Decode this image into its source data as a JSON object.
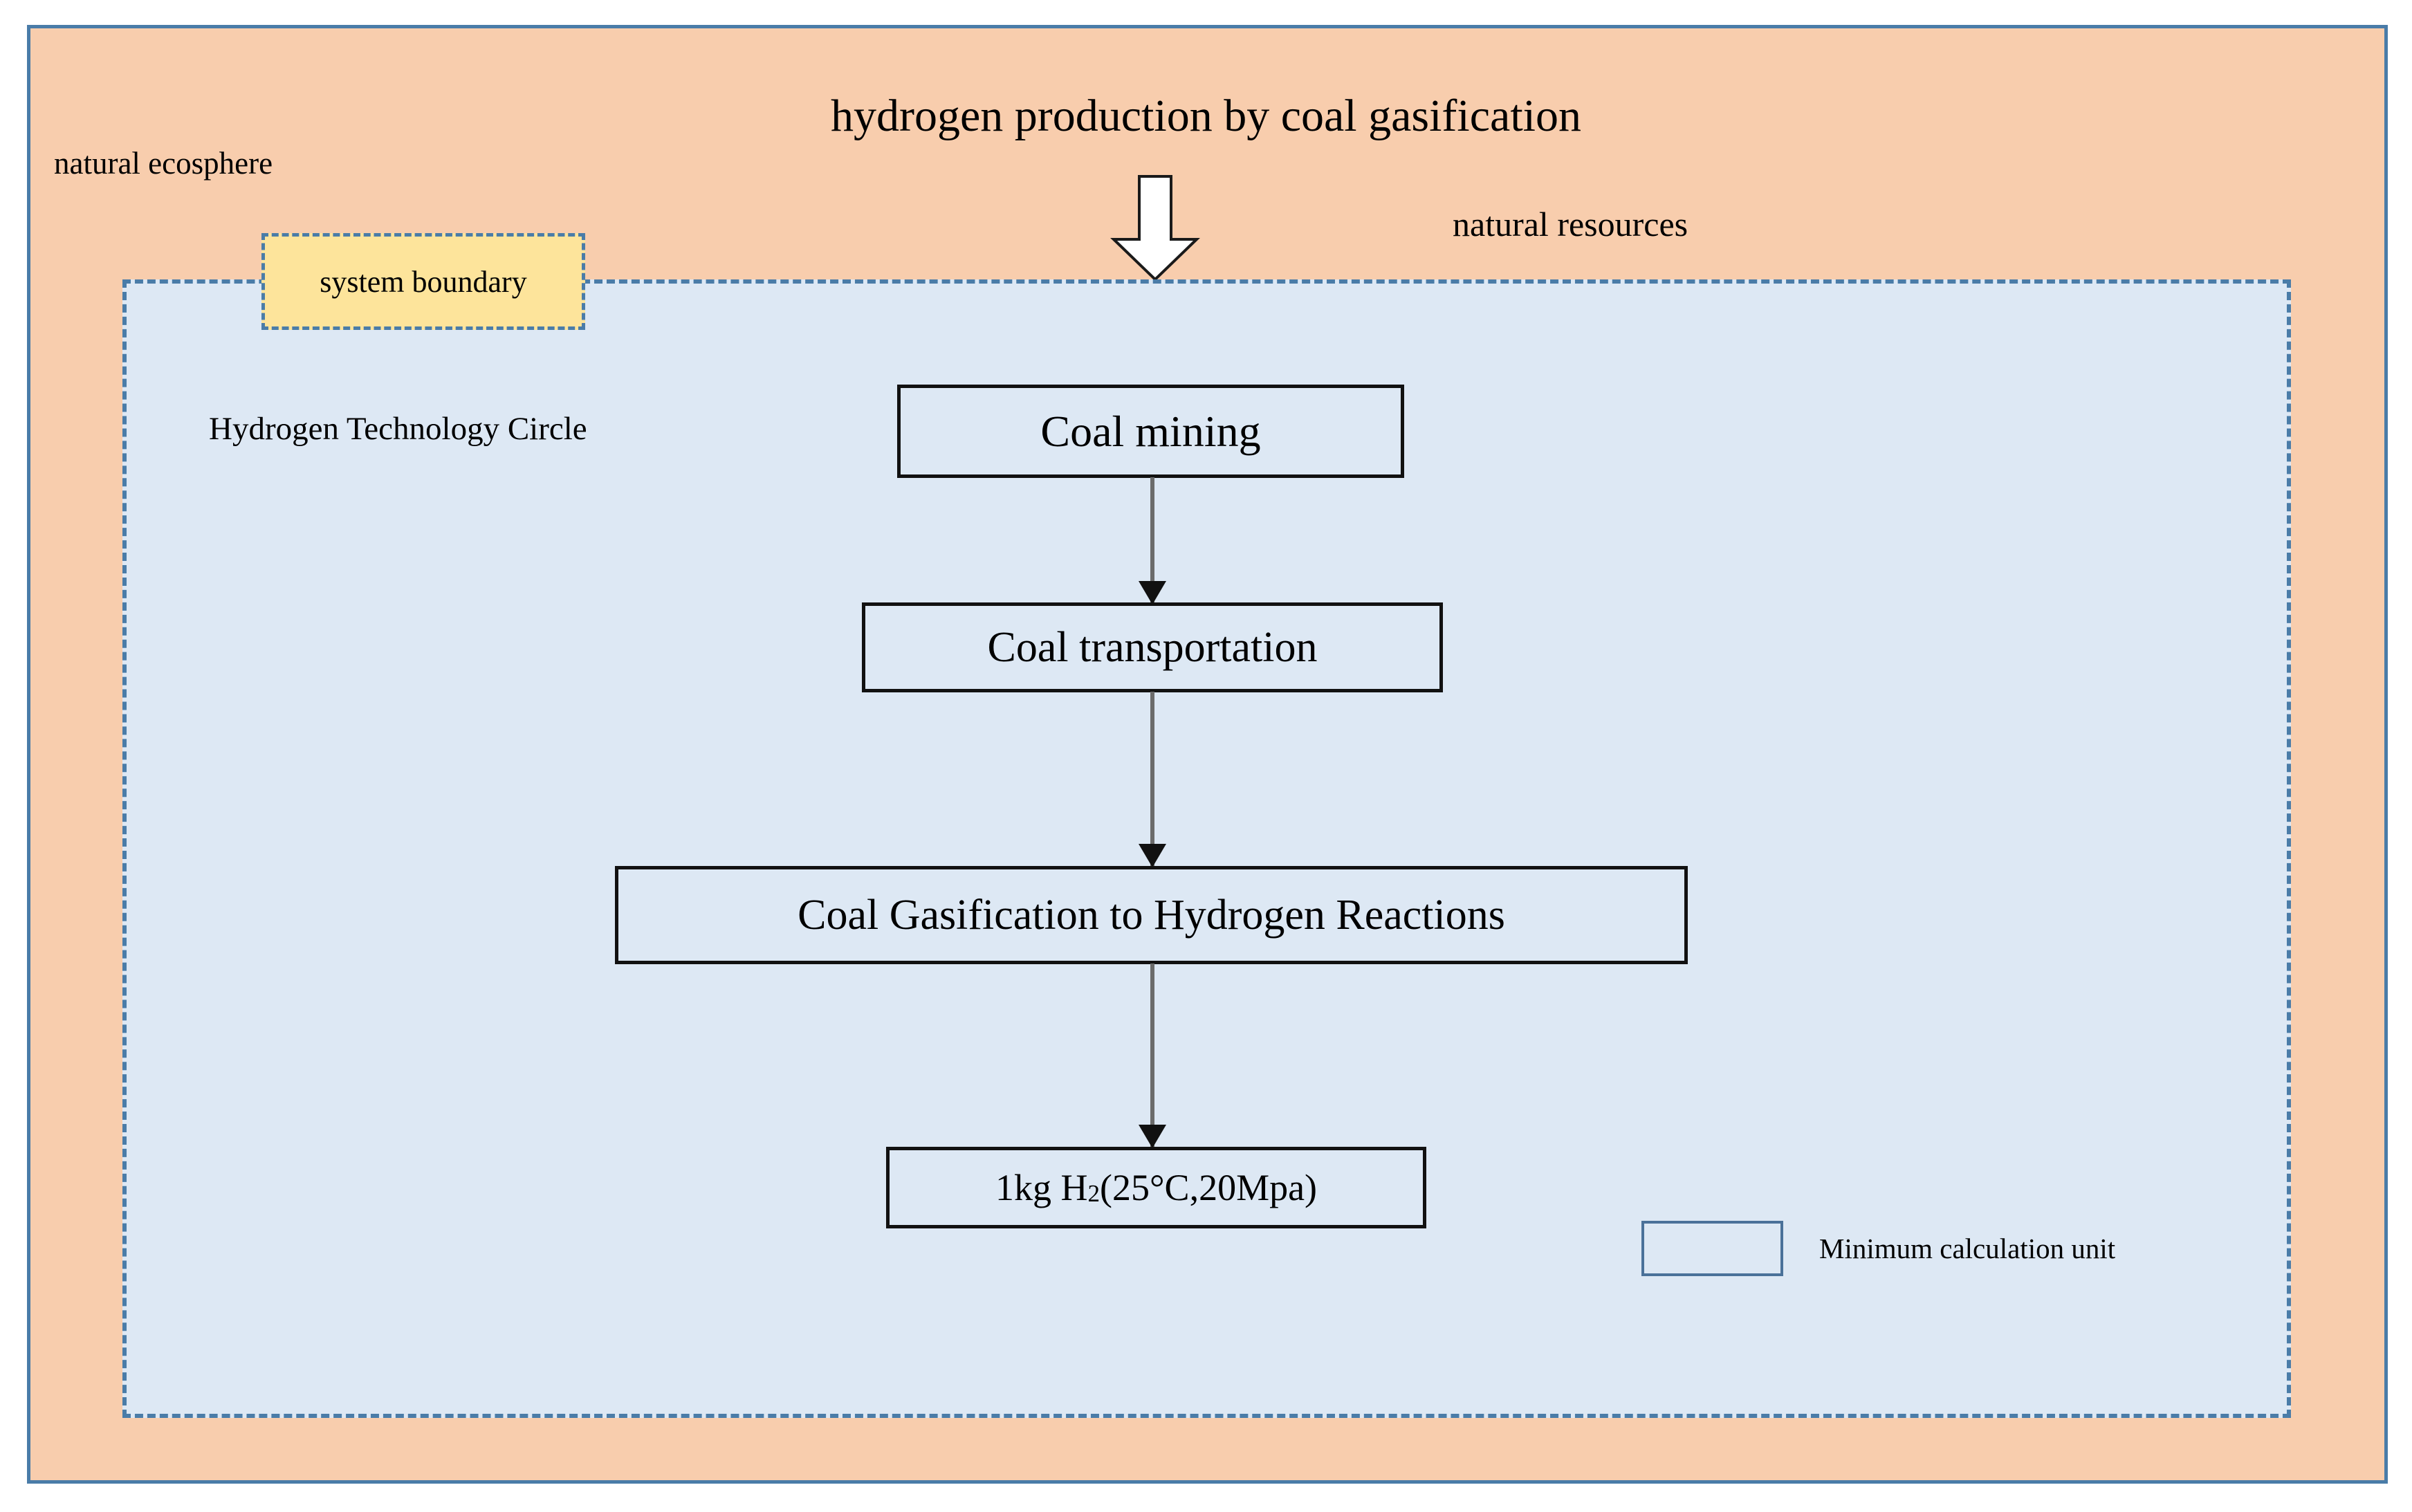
{
  "title": "hydrogen production by coal gasification",
  "outer_region": {
    "name": "natural ecosphere",
    "label": "natural ecosphere",
    "fill_color": "#f8cdad",
    "border_color": "#4a7ca8"
  },
  "resources_label": "natural resources",
  "system_region": {
    "tag_label": "system boundary",
    "tag_fill_color": "#fde49b",
    "fill_color": "#dde8f4",
    "border_color": "#4a7ca8",
    "border_style": "dashed",
    "inner_label": "Hydrogen Technology Circle"
  },
  "input_arrow": {
    "name": "natural-resources-input-arrow",
    "direction": "down",
    "fill": "#ffffff",
    "stroke": "#1a1a1a"
  },
  "flow": {
    "steps": [
      {
        "id": "coal-mining",
        "label": "Coal mining"
      },
      {
        "id": "coal-transportation",
        "label": "Coal transportation"
      },
      {
        "id": "coal-gasification",
        "label": "Coal Gasification to Hydrogen Reactions"
      },
      {
        "id": "hydrogen-product",
        "label_prefix": "1kg H",
        "label_sub": "2",
        "label_suffix": "(25°C,20Mpa)"
      }
    ],
    "connector_color": "#6b6b6b",
    "arrowhead_color": "#111111",
    "box_border_color": "#111111"
  },
  "legend": {
    "swatch_border_color": "#4a7199",
    "text": "Minimum calculation unit"
  }
}
